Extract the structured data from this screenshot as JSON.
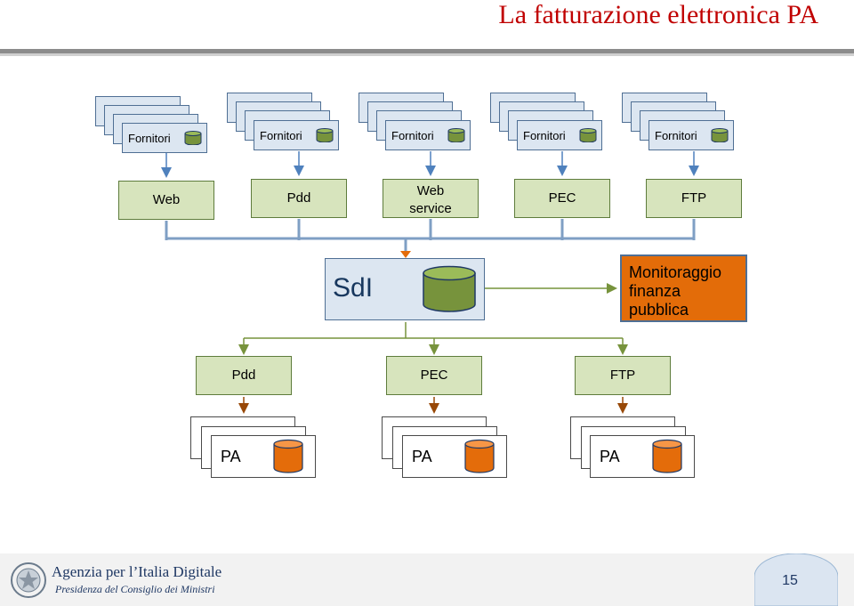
{
  "title": "La fatturazione elettronica PA",
  "suppliers": [
    "Fornitori",
    "Fornitori",
    "Fornitori",
    "Fornitori",
    "Fornitori"
  ],
  "inbound_channels": [
    {
      "label": "Web"
    },
    {
      "label": "Pdd"
    },
    {
      "label": "Web service",
      "line1": "Web",
      "line2": "service"
    },
    {
      "label": "PEC"
    },
    {
      "label": "FTP"
    }
  ],
  "hub": {
    "label": "SdI"
  },
  "monitor": {
    "label": "Monitoraggio finanza pubblica",
    "line1": "Monitoraggio",
    "line2": "finanza",
    "line3": "pubblica"
  },
  "outbound_channels": [
    "Pdd",
    "PEC",
    "FTP"
  ],
  "recipients": [
    "PA",
    "PA",
    "PA"
  ],
  "footer": {
    "agency": "Agenzia per l’Italia Digitale",
    "presidency": "Presidenza del Consiglio dei Ministri"
  },
  "page_number": "15",
  "colors": {
    "title": "#c00000",
    "supplier_fill": "#dce6f1",
    "channel_fill": "#d7e4bd",
    "db_green": "#77933c",
    "db_orange": "#e46c0a",
    "monitor_fill": "#e36c09",
    "connector_green": "#77933c",
    "connector_brown": "#984807"
  }
}
